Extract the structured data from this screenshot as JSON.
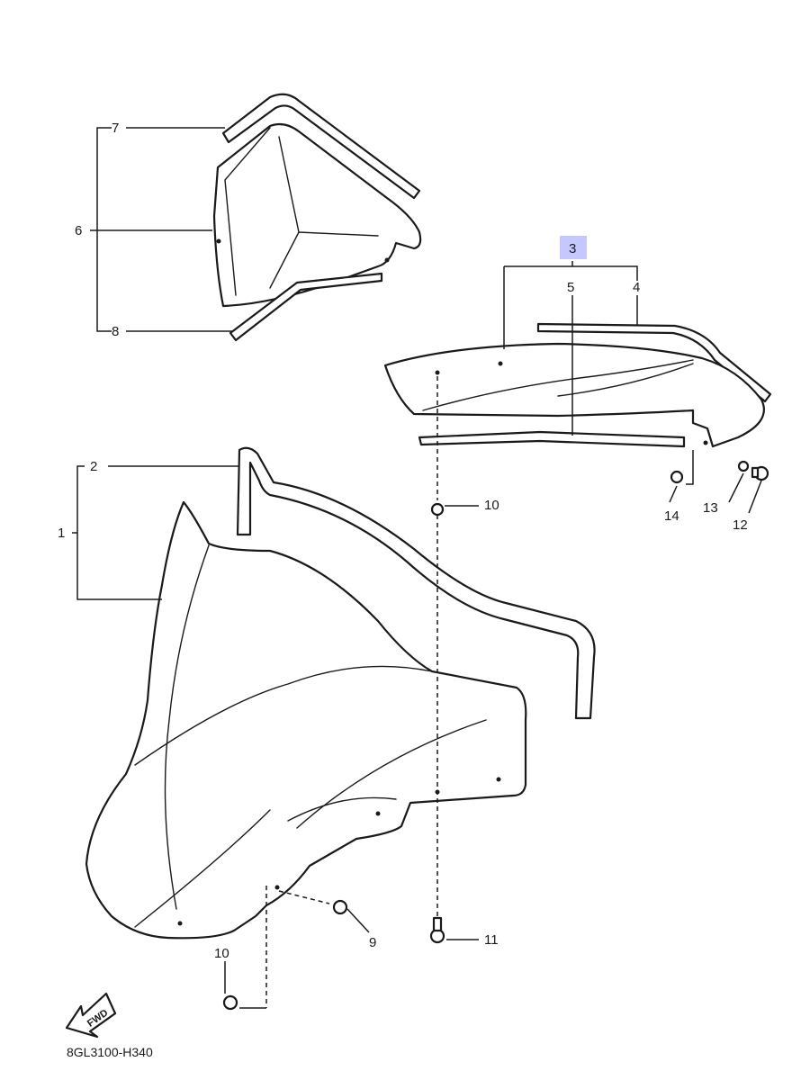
{
  "diagram": {
    "highlight_color": "#c4c8ff",
    "callouts": [
      {
        "id": "c1",
        "text": "1"
      },
      {
        "id": "c2",
        "text": "2"
      },
      {
        "id": "c3",
        "text": "3",
        "highlighted": true
      },
      {
        "id": "c4",
        "text": "4"
      },
      {
        "id": "c5",
        "text": "5"
      },
      {
        "id": "c6",
        "text": "6"
      },
      {
        "id": "c7",
        "text": "7"
      },
      {
        "id": "c8",
        "text": "8"
      },
      {
        "id": "c9",
        "text": "9"
      },
      {
        "id": "c10a",
        "text": "10"
      },
      {
        "id": "c10b",
        "text": "10"
      },
      {
        "id": "c11",
        "text": "11"
      },
      {
        "id": "c12",
        "text": "12"
      },
      {
        "id": "c13",
        "text": "13"
      },
      {
        "id": "c14",
        "text": "14"
      }
    ],
    "fwd_label": "FWD",
    "drawing_code": "8GL3100-H340"
  }
}
